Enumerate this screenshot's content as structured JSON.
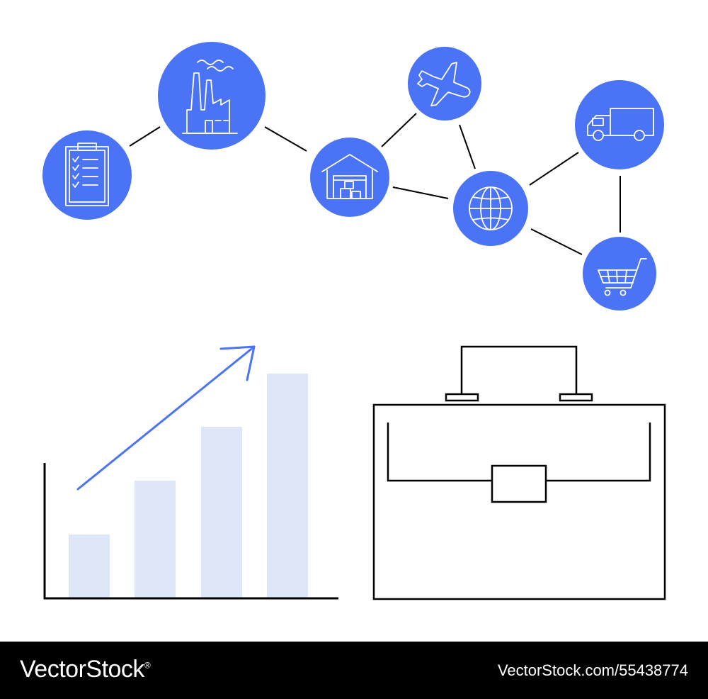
{
  "colors": {
    "accent": "#4a74f5",
    "bar": "#dde7f8",
    "ink": "#000000",
    "footer_bg": "#000000",
    "footer_text": "#ffffff"
  },
  "network_nodes": [
    {
      "id": "clipboard",
      "icon": "clipboard-checklist-icon"
    },
    {
      "id": "factory",
      "icon": "factory-icon"
    },
    {
      "id": "warehouse",
      "icon": "warehouse-icon"
    },
    {
      "id": "airplane",
      "icon": "airplane-icon"
    },
    {
      "id": "globe",
      "icon": "globe-icon"
    },
    {
      "id": "truck",
      "icon": "delivery-truck-icon"
    },
    {
      "id": "cart",
      "icon": "shopping-cart-icon"
    }
  ],
  "network_links": [
    [
      "clipboard",
      "factory"
    ],
    [
      "factory",
      "warehouse"
    ],
    [
      "warehouse",
      "airplane"
    ],
    [
      "warehouse",
      "globe"
    ],
    [
      "airplane",
      "globe"
    ],
    [
      "globe",
      "truck"
    ],
    [
      "globe",
      "cart"
    ],
    [
      "truck",
      "cart"
    ]
  ],
  "growth_chart": {
    "bars": [
      1,
      2,
      3,
      4
    ],
    "trend": "rising",
    "arrow_icon": "trend-up-arrow-icon"
  },
  "briefcase": {
    "icon": "briefcase-icon"
  },
  "footer": {
    "brand": "VectorStock",
    "registered_mark": "®",
    "stock_id": "VectorStock.com/55438774"
  }
}
